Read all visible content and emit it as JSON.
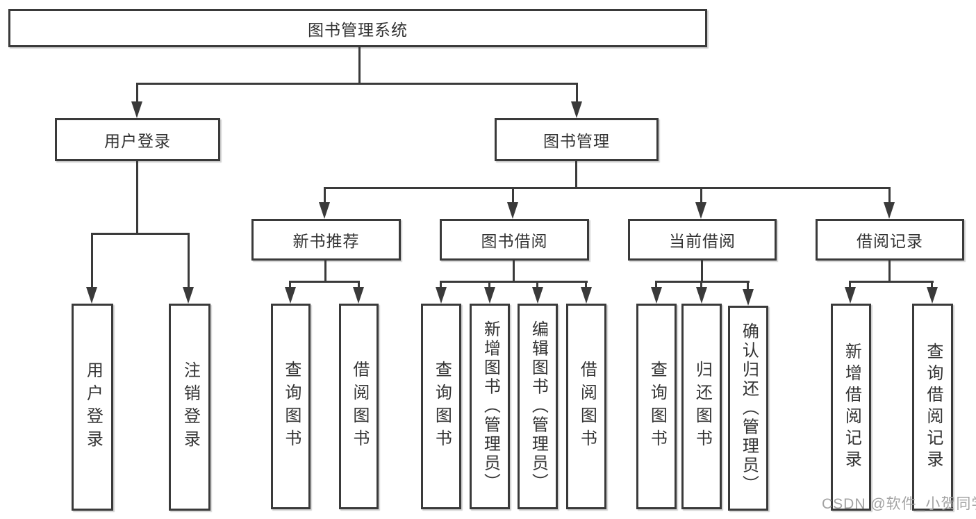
{
  "colors": {
    "line": "#3a3a3a",
    "text": "#333333",
    "box_bg": "#ffffff",
    "watermark": "#a3a3a3"
  },
  "tree": {
    "root": "图书管理系统",
    "branches": [
      {
        "label": "用户登录",
        "leaves": [
          "用户登录",
          "注销登录"
        ]
      },
      {
        "label": "图书管理",
        "groups": [
          {
            "label": "新书推荐",
            "leaves": [
              "查询图书",
              "借阅图书"
            ]
          },
          {
            "label": "图书借阅",
            "leaves": [
              "查询图书",
              "新增图书（管理员）",
              "编辑图书（管理员）",
              "借阅图书"
            ]
          },
          {
            "label": "当前借阅",
            "leaves": [
              "查询图书",
              "归还图书",
              "确认归还（管理员）"
            ]
          },
          {
            "label": "借阅记录",
            "leaves": [
              "新增借阅记录",
              "查询借阅记录"
            ]
          }
        ]
      }
    ]
  },
  "watermark": "CSDN @软件_小贺同学"
}
